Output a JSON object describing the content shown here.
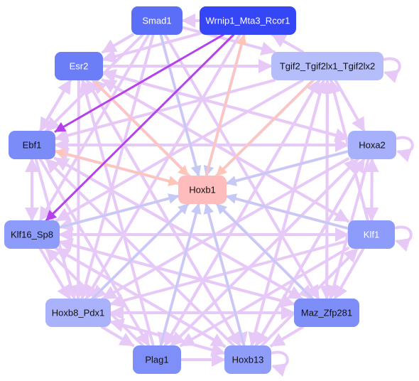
{
  "colors": {
    "purple_edge": "#e7c9f8",
    "blue_edge": "#c4c9f5",
    "salmon_edge": "#ffc5b8",
    "violet_edge": "#b441ec",
    "hub_fill": "#ffbcbc"
  },
  "nodes": [
    {
      "id": "smad1",
      "label": "Smad1",
      "fill": "#5a6ef8",
      "dark": false
    },
    {
      "id": "wrnip1",
      "label": "Wrnip1_Mta3_Rcor1",
      "fill": "#3446f6",
      "dark": false
    },
    {
      "id": "esr2",
      "label": "Esr2",
      "fill": "#6b7ef8",
      "dark": false
    },
    {
      "id": "tgif2",
      "label": "Tgif2_Tgif2lx1_Tgif2lx2",
      "fill": "#b6bdfb",
      "dark": true
    },
    {
      "id": "ebf1",
      "label": "Ebf1",
      "fill": "#7b8cf9",
      "dark": true
    },
    {
      "id": "hoxa2",
      "label": "Hoxa2",
      "fill": "#a6b0fb",
      "dark": true
    },
    {
      "id": "hoxb1",
      "label": "Hoxb1",
      "fill": "#ffbcbc",
      "dark": true
    },
    {
      "id": "klf16",
      "label": "Klf16_Sp8",
      "fill": "#8d9bfa",
      "dark": true
    },
    {
      "id": "klf1",
      "label": "Klf1",
      "fill": "#8d9bfa",
      "dark": false
    },
    {
      "id": "hoxb8",
      "label": "Hoxb8_Pdx1",
      "fill": "#a9b2fb",
      "dark": true
    },
    {
      "id": "maz",
      "label": "Maz_Zfp281",
      "fill": "#7e8ef9",
      "dark": true
    },
    {
      "id": "plag1",
      "label": "Plag1",
      "fill": "#7f8ff9",
      "dark": true
    },
    {
      "id": "hoxb13",
      "label": "Hoxb13",
      "fill": "#8f9dfa",
      "dark": true
    }
  ],
  "edges": [
    {
      "from": "smad1",
      "to": "hoxb1",
      "kind": "blue"
    },
    {
      "from": "wrnip1",
      "to": "hoxb1",
      "kind": "blue"
    },
    {
      "from": "esr2",
      "to": "hoxb1",
      "kind": "salmon"
    },
    {
      "from": "tgif2",
      "to": "hoxb1",
      "kind": "salmon"
    },
    {
      "from": "ebf1",
      "to": "hoxb1",
      "kind": "salmon"
    },
    {
      "from": "hoxa2",
      "to": "hoxb1",
      "kind": "blue"
    },
    {
      "from": "klf16",
      "to": "hoxb1",
      "kind": "blue"
    },
    {
      "from": "klf1",
      "to": "hoxb1",
      "kind": "blue"
    },
    {
      "from": "hoxb8",
      "to": "hoxb1",
      "kind": "blue"
    },
    {
      "from": "maz",
      "to": "hoxb1",
      "kind": "blue"
    },
    {
      "from": "plag1",
      "to": "hoxb1",
      "kind": "blue"
    },
    {
      "from": "hoxb13",
      "to": "hoxb1",
      "kind": "blue"
    },
    {
      "from": "hoxb1",
      "to": "wrnip1",
      "kind": "salmon"
    },
    {
      "from": "hoxb1",
      "to": "ebf1",
      "kind": "salmon"
    },
    {
      "from": "wrnip1",
      "to": "ebf1",
      "kind": "violet"
    },
    {
      "from": "wrnip1",
      "to": "klf16",
      "kind": "violet"
    },
    {
      "from": "wrnip1",
      "to": "smad1",
      "kind": "purple"
    },
    {
      "from": "wrnip1",
      "to": "esr2",
      "kind": "purple"
    },
    {
      "from": "tgif2",
      "to": "wrnip1",
      "kind": "purple"
    },
    {
      "from": "smad1",
      "to": "esr2",
      "kind": "purple"
    },
    {
      "from": "smad1",
      "to": "tgif2",
      "kind": "purple"
    },
    {
      "from": "esr2",
      "to": "tgif2",
      "kind": "purple"
    },
    {
      "from": "esr2",
      "to": "ebf1",
      "kind": "purple"
    },
    {
      "from": "ebf1",
      "to": "esr2",
      "kind": "purple"
    },
    {
      "from": "ebf1",
      "to": "klf16",
      "kind": "purple"
    },
    {
      "from": "klf16",
      "to": "ebf1",
      "kind": "purple"
    },
    {
      "from": "ebf1",
      "to": "hoxa2",
      "kind": "purple"
    },
    {
      "from": "hoxa2",
      "to": "ebf1",
      "kind": "purple"
    },
    {
      "from": "tgif2",
      "to": "hoxa2",
      "kind": "purple"
    },
    {
      "from": "hoxa2",
      "to": "klf1",
      "kind": "purple"
    },
    {
      "from": "klf1",
      "to": "hoxa2",
      "kind": "purple"
    },
    {
      "from": "klf1",
      "to": "maz",
      "kind": "purple"
    },
    {
      "from": "maz",
      "to": "hoxb13",
      "kind": "purple"
    },
    {
      "from": "plag1",
      "to": "hoxb13",
      "kind": "purple"
    },
    {
      "from": "hoxb8",
      "to": "plag1",
      "kind": "purple"
    },
    {
      "from": "klf16",
      "to": "hoxb8",
      "kind": "purple"
    },
    {
      "from": "hoxb8",
      "to": "hoxb13",
      "kind": "purple"
    },
    {
      "from": "hoxb8",
      "to": "maz",
      "kind": "purple"
    },
    {
      "from": "klf16",
      "to": "maz",
      "kind": "purple"
    },
    {
      "from": "klf16",
      "to": "klf1",
      "kind": "purple"
    },
    {
      "from": "klf16",
      "to": "hoxb13",
      "kind": "purple"
    },
    {
      "from": "ebf1",
      "to": "hoxb8",
      "kind": "purple"
    },
    {
      "from": "ebf1",
      "to": "maz",
      "kind": "purple"
    },
    {
      "from": "ebf1",
      "to": "plag1",
      "kind": "purple"
    },
    {
      "from": "esr2",
      "to": "hoxb8",
      "kind": "purple"
    },
    {
      "from": "esr2",
      "to": "maz",
      "kind": "purple"
    },
    {
      "from": "esr2",
      "to": "hoxb13",
      "kind": "purple"
    },
    {
      "from": "esr2",
      "to": "klf1",
      "kind": "purple"
    },
    {
      "from": "esr2",
      "to": "hoxa2",
      "kind": "purple"
    },
    {
      "from": "smad1",
      "to": "hoxb8",
      "kind": "purple"
    },
    {
      "from": "smad1",
      "to": "hoxb13",
      "kind": "purple"
    },
    {
      "from": "smad1",
      "to": "maz",
      "kind": "purple"
    },
    {
      "from": "smad1",
      "to": "ebf1",
      "kind": "purple"
    },
    {
      "from": "smad1",
      "to": "klf16",
      "kind": "purple"
    },
    {
      "from": "wrnip1",
      "to": "hoxb8",
      "kind": "purple"
    },
    {
      "from": "wrnip1",
      "to": "plag1",
      "kind": "purple"
    },
    {
      "from": "tgif2",
      "to": "ebf1",
      "kind": "purple"
    },
    {
      "from": "tgif2",
      "to": "klf16",
      "kind": "purple"
    },
    {
      "from": "tgif2",
      "to": "hoxb8",
      "kind": "purple"
    },
    {
      "from": "tgif2",
      "to": "plag1",
      "kind": "purple"
    },
    {
      "from": "tgif2",
      "to": "hoxb13",
      "kind": "purple"
    },
    {
      "from": "tgif2",
      "to": "maz",
      "kind": "purple"
    },
    {
      "from": "hoxa2",
      "to": "klf16",
      "kind": "purple"
    },
    {
      "from": "hoxa2",
      "to": "hoxb8",
      "kind": "purple"
    },
    {
      "from": "hoxa2",
      "to": "plag1",
      "kind": "purple"
    },
    {
      "from": "hoxa2",
      "to": "hoxb13",
      "kind": "purple"
    },
    {
      "from": "hoxa2",
      "to": "maz",
      "kind": "purple"
    },
    {
      "from": "hoxa2",
      "to": "esr2",
      "kind": "purple"
    },
    {
      "from": "klf1",
      "to": "klf16",
      "kind": "purple"
    },
    {
      "from": "klf1",
      "to": "hoxb8",
      "kind": "purple"
    },
    {
      "from": "klf1",
      "to": "plag1",
      "kind": "purple"
    },
    {
      "from": "klf1",
      "to": "tgif2",
      "kind": "purple"
    },
    {
      "from": "klf1",
      "to": "esr2",
      "kind": "purple"
    },
    {
      "from": "klf1",
      "to": "ebf1",
      "kind": "purple"
    },
    {
      "from": "maz",
      "to": "hoxb8",
      "kind": "purple"
    },
    {
      "from": "maz",
      "to": "klf16",
      "kind": "purple"
    },
    {
      "from": "maz",
      "to": "ebf1",
      "kind": "purple"
    },
    {
      "from": "maz",
      "to": "tgif2",
      "kind": "purple"
    },
    {
      "from": "maz",
      "to": "esr2",
      "kind": "purple"
    },
    {
      "from": "plag1",
      "to": "tgif2",
      "kind": "purple"
    },
    {
      "from": "plag1",
      "to": "esr2",
      "kind": "purple"
    },
    {
      "from": "plag1",
      "to": "hoxa2",
      "kind": "purple"
    },
    {
      "from": "plag1",
      "to": "klf16",
      "kind": "purple"
    },
    {
      "from": "hoxb13",
      "to": "ebf1",
      "kind": "purple"
    },
    {
      "from": "hoxb13",
      "to": "tgif2",
      "kind": "purple"
    },
    {
      "from": "hoxb13",
      "to": "esr2",
      "kind": "purple"
    },
    {
      "from": "hoxb13",
      "to": "klf1",
      "kind": "purple"
    },
    {
      "from": "hoxb13",
      "to": "hoxa2",
      "kind": "purple"
    },
    {
      "from": "hoxb13",
      "to": "hoxb8",
      "kind": "purple"
    },
    {
      "from": "hoxb13",
      "to": "klf16",
      "kind": "purple"
    }
  ],
  "self_loops": [
    "tgif2",
    "hoxa2",
    "klf1",
    "hoxb13"
  ]
}
